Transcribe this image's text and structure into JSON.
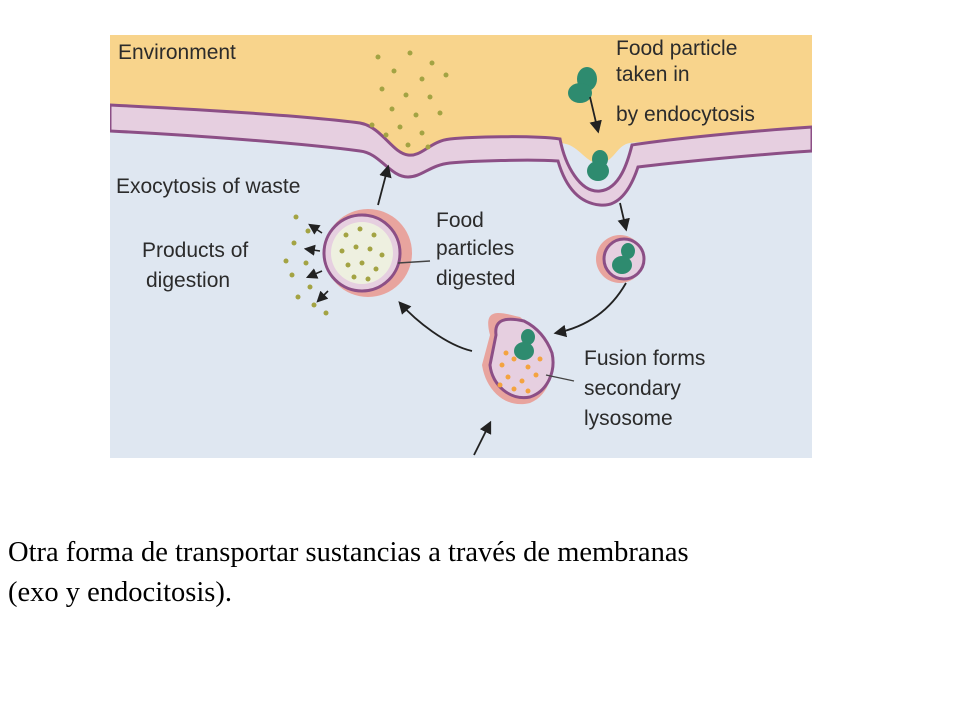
{
  "diagram": {
    "labels": {
      "environment": "Environment",
      "food_particle": [
        "Food particle",
        "taken in",
        "by endocytosis"
      ],
      "exocytosis": "Exocytosis of waste",
      "products": [
        "Products of",
        "digestion"
      ],
      "digested": [
        "Food",
        "particles",
        "digested"
      ],
      "fusion": [
        "Fusion forms",
        "secondary",
        "lysosome"
      ]
    },
    "colors": {
      "environment": "#f8d48c",
      "membrane_fill": "#e6cfe0",
      "membrane_line": "#8c4f86",
      "cytoplasm": "#dfe7f1",
      "particle": "#2e8b6f",
      "waste_dot": "#a3a343",
      "lysosome_dot": "#f4a340",
      "vesicle_rim": "#e8a49e"
    }
  },
  "caption": {
    "line1": "Otra forma de transportar sustancias a través de membranas",
    "line2": "(exo y endocitosis)."
  }
}
